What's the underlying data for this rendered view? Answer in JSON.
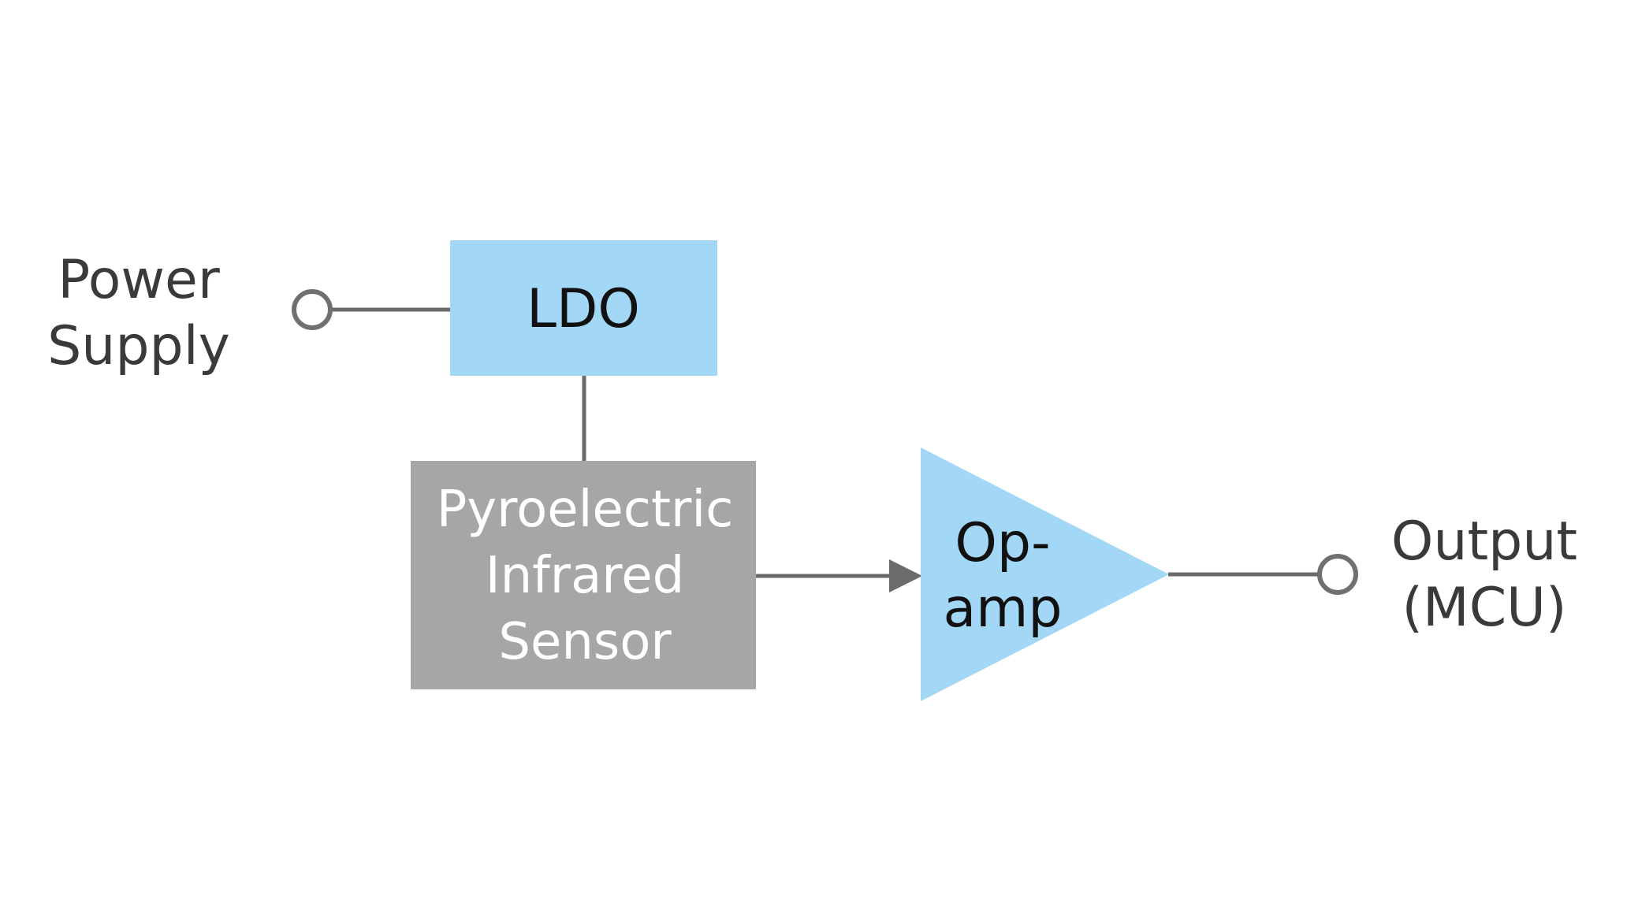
{
  "diagram": {
    "power_supply": {
      "line1": "Power",
      "line2": "Supply"
    },
    "ldo": {
      "label": "LDO"
    },
    "sensor": {
      "line1": "Pyroelectric",
      "line2": "Infrared",
      "line3": "Sensor"
    },
    "opamp": {
      "line1": "Op-",
      "line2": "amp"
    },
    "output": {
      "line1": "Output",
      "line2": "(MCU)"
    }
  },
  "colors": {
    "block_blue": "#a2d7f6",
    "block_gray": "#a6a6a6",
    "line": "#6b6b6b",
    "text_dark": "#3a3a3a",
    "text_black": "#111111",
    "text_white": "#ffffff",
    "terminal_stroke": "#707070"
  }
}
